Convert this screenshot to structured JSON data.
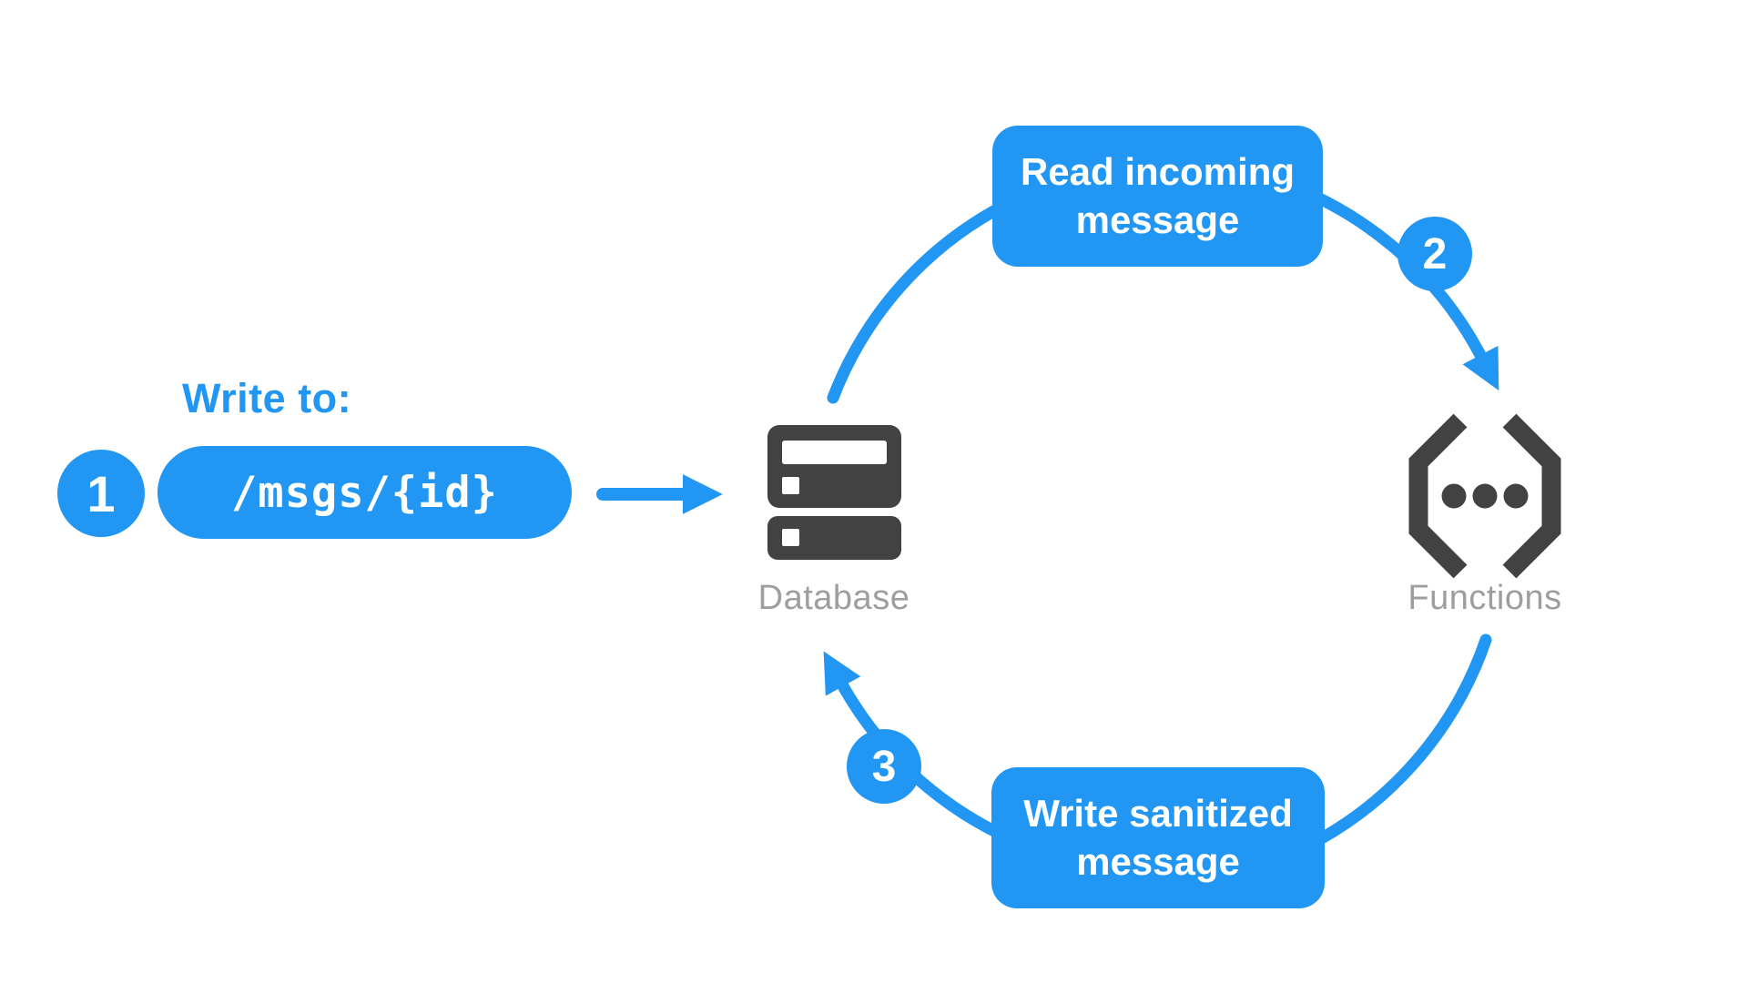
{
  "colors": {
    "accent_blue": "#2196F3",
    "icon_dark": "#424242",
    "label_gray": "#9E9E9E",
    "text_on_blue": "#FFFFFF",
    "background": "#FFFFFF"
  },
  "step1": {
    "badge": "1",
    "heading": "Write to:",
    "path_pill": "/msgs/{id}"
  },
  "nodes": {
    "database": {
      "label": "Database"
    },
    "functions": {
      "label": "Functions"
    }
  },
  "cycle": {
    "read_box": {
      "label": "Read incoming message"
    },
    "write_box": {
      "label": "Write sanitized message"
    },
    "step2_badge": "2",
    "step3_badge": "3"
  }
}
